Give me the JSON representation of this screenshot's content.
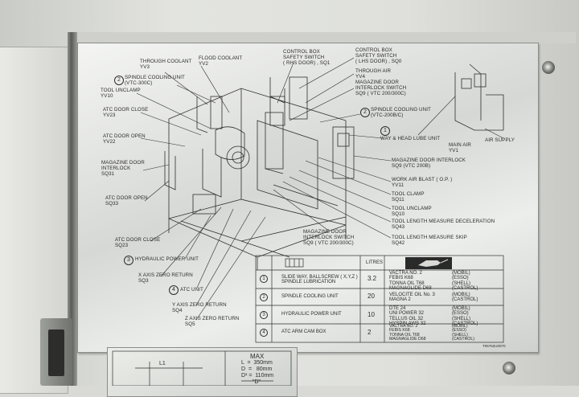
{
  "labels": {
    "through_coolant": "THROUGH COOLANT\nYV3",
    "flood_coolant": "FLOOD COOLANT\nYV2",
    "spindle_cooling_300c": "SPINDLE COOLING UNIT\n(VTC-300C)",
    "tool_unclamp_yv10": "TOOL UNCLAMP\nYV10",
    "atc_door_close_yv23": "ATC DOOR CLOSE\nYV23",
    "atc_door_open_yv22": "ATC DOOR OPEN\nYV22",
    "magazine_door_interlock_sq31": "MAGAZINE DOOR\nINTERLOCK\nSQ31",
    "atc_door_open_sq33": "ATC DOOR OPEN\nSQ33",
    "atc_door_close_sq23": "ATC DOOR CLOSE\nSQ23",
    "hydraulic_power_unit": "HYDRAULIC POWER UNIT",
    "x_axis_zero": "X AXIS ZERO RETURN\nSQ3",
    "atc_unit": "ATC UNIT",
    "y_axis_zero": "Y AXIS ZERO RETURN\nSQ4",
    "z_axis_zero": "Z AXIS ZERO RETURN\nSQ5",
    "control_box_rhs": "CONTROL BOX\nSAFETY SWITCH\n( RHS DOOR) , SQ1",
    "control_box_lhs": "CONTROL BOX\nSAFETY SWITCH\n( LHS DOOR) , SQ0",
    "through_air": "THROUGH AIR\nYV4",
    "magazine_door_interlock_sq9": "MAGAZINE DOOR\nINTERLOCK SWITCH\nSQ9 ( VTC 200/300C)",
    "spindle_cooling_200bc": "SPINDLE COOLING UNIT\n(VTC-200B/C)",
    "way_head_lube": "WAY & HEAD LUBE UNIT",
    "main_air": "MAIN AIR\nYV1",
    "air_supply": "AIR SUPPLY",
    "magazine_door_interlock_sq9b": "MAGAZINE DOOR INTERLOCK\nSQ9 (VTC 200B)",
    "work_air_blast": "WORK AIR BLAST ( O.P. )\nYV11",
    "tool_clamp": "TOOL CLAMP\nSQ11",
    "tool_unclamp_sq10": "TOOL UNCLAMP\nSQ10",
    "tool_length_decel": "TOOL LENGTH MEASURE DECELERATION\nSQ43",
    "tool_length_skip": "TOOL LENGTH MEASURE SKIP\nSQ42",
    "magazine_door_interlock_sq9c": "MAGAZINE DOOR\nINTERLOCK SWITCH\nSQ9 ( VTC 200/300C)"
  },
  "circled_numbers": {
    "n1": "1",
    "n2a": "2",
    "n2b": "2",
    "n3": "3",
    "n4": "4"
  },
  "table": {
    "header_litres": "LITRES",
    "rows": [
      {
        "num": "1",
        "desc": "SLIDE WAY, BALLSCREW ( X,Y,Z )\nSPINDLE LUBRICATION",
        "litres": "3.2",
        "oil": "VACTRA NO. 2\nFEBIS K68\nTONNA OIL T68\nMAGNAGLIDE D68",
        "brand": "(MOBIL)\n(ESSO)\n(SHELL)\n(CASTROL)"
      },
      {
        "num": "2",
        "desc": "SPINDLE COOLING UNIT",
        "litres": "20",
        "oil": "VELOCITE OIL No. 3\nMAGNA 2",
        "brand": "(MOBIL)\n(CASTROL)"
      },
      {
        "num": "3",
        "desc": "HYDRAULIC POWER UNIT",
        "litres": "10",
        "oil": "DTE 24\nUNI POWER 32\nTELLUS OIL 32\nHYSPIN AWS 32",
        "brand": "(MOBIL)\n(ESSO)\n(SHELL)\n(CASTROL)"
      },
      {
        "num": "4",
        "desc": "ATC ARM CAM BOX",
        "litres": "2",
        "oil": "VACTRA NO. 2\nFEBIS K68\nTONNA OIL T68\nMAGNAGLIDE D68",
        "brand": "(MOBIL)\n(ESSO)\n(SHELL)\n(CASTROL)"
      }
    ],
    "part_no": "T06762U0070"
  },
  "lower_plate": {
    "max": "MAX",
    "l": "L  =  350mm",
    "d": "D  =   80mm",
    "d1": "D¹ =  110mm",
    "l1": "L1",
    "d_label": "\"D\""
  }
}
